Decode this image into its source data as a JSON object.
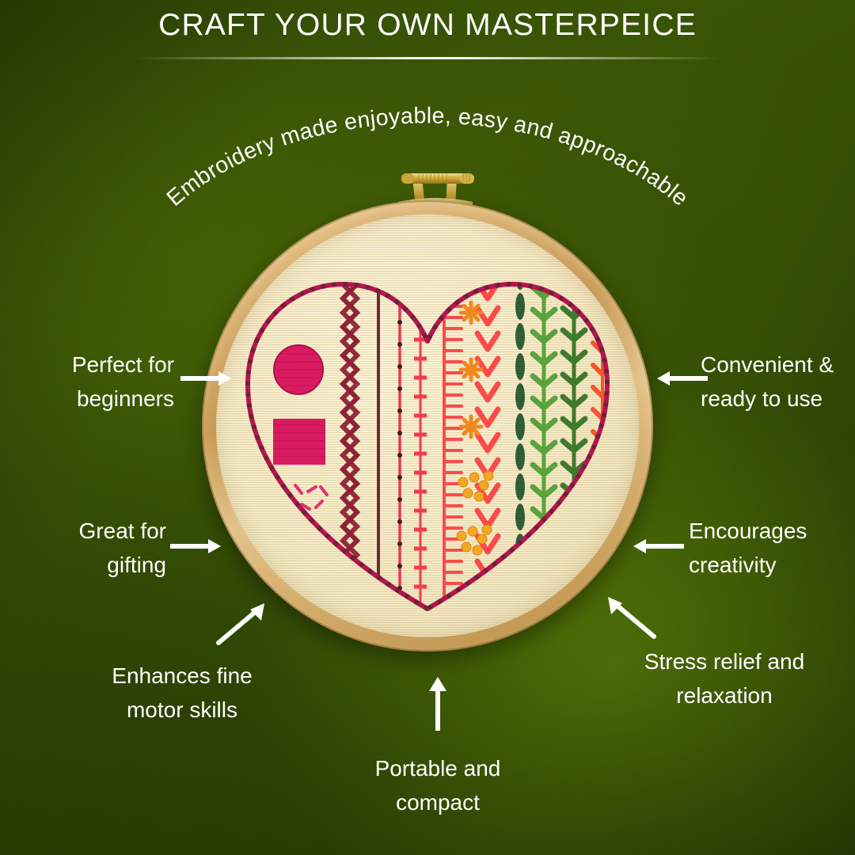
{
  "header": {
    "title": "CRAFT YOUR OWN MASTERPEICE",
    "divider": "horizontal-rule"
  },
  "tagline": {
    "curved_text": "Embroidery made enjoyable, easy and approachable"
  },
  "product": {
    "name": "embroidery-hoop-heart-sampler",
    "hoop_material": "wooden hoop with brass tension screw",
    "fabric_color": "#f6ecca",
    "hoop_color": "#d9b273",
    "motif": "heart outline filled with vertical rows of sampler stitches",
    "thread_colors": [
      "#c2185b",
      "#8e2236",
      "#e63950",
      "#fa4b4b",
      "#f4552e",
      "#f07a20",
      "#f5a623",
      "#f5d800",
      "#f2e400",
      "#3f7a2e",
      "#5aa33c",
      "#2f5e32"
    ]
  },
  "callouts": [
    {
      "id": "perfect-for-beginners",
      "line1": "Perfect for",
      "line2": "beginners",
      "arrow": "arrow-right",
      "side": "left"
    },
    {
      "id": "great-for-gifting",
      "line1": "Great for",
      "line2": "gifting",
      "arrow": "arrow-right",
      "side": "left"
    },
    {
      "id": "enhances-fine-motor-skills",
      "line1": "Enhances fine",
      "line2": "motor skills",
      "arrow": "arrow-up-right",
      "side": "bottom-left"
    },
    {
      "id": "portable-and-compact",
      "line1": "Portable and",
      "line2": "compact",
      "arrow": "arrow-up",
      "side": "bottom"
    },
    {
      "id": "stress-relief-and-relaxation",
      "line1": "Stress relief and",
      "line2": "relaxation",
      "arrow": "arrow-up-left",
      "side": "bottom-right"
    },
    {
      "id": "encourages-creativity",
      "line1": "Encourages",
      "line2": "creativity",
      "arrow": "arrow-left",
      "side": "right"
    },
    {
      "id": "convenient-and-ready-to-use",
      "line1": "Convenient &",
      "line2": "ready to use",
      "arrow": "arrow-left",
      "side": "right"
    }
  ],
  "colors": {
    "background_dark": "#2d4405",
    "background_light": "#3d5806",
    "text": "#ffffff",
    "accent_thread_pink": "#d81b60",
    "accent_thread_yellow": "#f2e400",
    "accent_thread_green": "#4c8f33",
    "accent_thread_orange": "#f07a20"
  }
}
